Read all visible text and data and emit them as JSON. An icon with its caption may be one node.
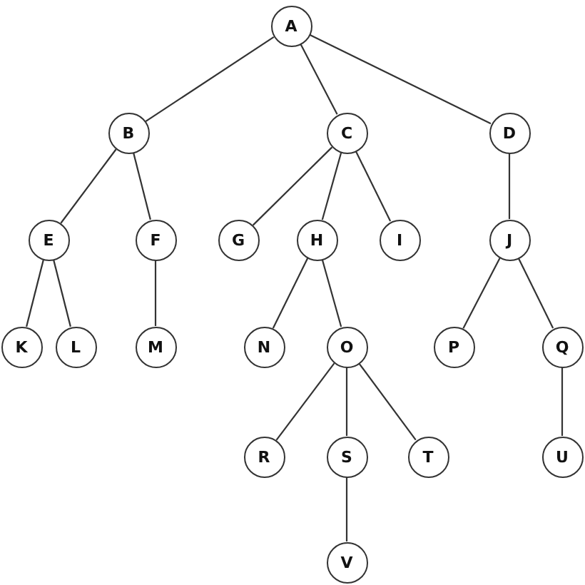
{
  "diagram": {
    "nodes": [
      {
        "text": [
          "A"
        ]
      },
      {
        "text": [
          "B"
        ]
      },
      {
        "text": [
          "C"
        ]
      },
      {
        "text": [
          "D"
        ]
      },
      {
        "text": [
          "E"
        ]
      },
      {
        "text": [
          "F"
        ]
      },
      {
        "text": [
          "G"
        ]
      },
      {
        "text": [
          "H"
        ]
      },
      {
        "text": [
          "I"
        ]
      },
      {
        "text": [
          "J"
        ]
      },
      {
        "text": [
          "K"
        ]
      },
      {
        "text": [
          "L"
        ]
      },
      {
        "text": [
          "M"
        ]
      },
      {
        "text": [
          "N"
        ]
      },
      {
        "text": [
          "O"
        ]
      },
      {
        "text": [
          "P"
        ]
      },
      {
        "text": [
          "Q"
        ]
      },
      {
        "text": [
          "R"
        ]
      },
      {
        "text": [
          "S"
        ]
      },
      {
        "text": [
          "T"
        ]
      },
      {
        "text": [
          "U"
        ]
      },
      {
        "text": [
          "V"
        ]
      }
    ],
    "edges": [
      {
        "from": 0,
        "to": 1,
        "arrow": "none"
      },
      {
        "from": 0,
        "to": 2,
        "arrow": "none"
      },
      {
        "from": 0,
        "to": 3,
        "arrow": "none"
      },
      {
        "from": 1,
        "to": 4,
        "arrow": "none"
      },
      {
        "from": 1,
        "to": 5,
        "arrow": "none"
      },
      {
        "from": 2,
        "to": 6,
        "arrow": "none"
      },
      {
        "from": 2,
        "to": 7,
        "arrow": "none"
      },
      {
        "from": 2,
        "to": 8,
        "arrow": "none"
      },
      {
        "from": 3,
        "to": 9,
        "arrow": "none"
      },
      {
        "from": 4,
        "to": 10,
        "arrow": "none"
      },
      {
        "from": 4,
        "to": 11,
        "arrow": "none"
      },
      {
        "from": 5,
        "to": 12,
        "arrow": "none"
      },
      {
        "from": 7,
        "to": 13,
        "arrow": "none"
      },
      {
        "from": 7,
        "to": 14,
        "arrow": "none"
      },
      {
        "from": 9,
        "to": 15,
        "arrow": "none"
      },
      {
        "from": 9,
        "to": 16,
        "arrow": "none"
      },
      {
        "from": 14,
        "to": 17,
        "arrow": "none"
      },
      {
        "from": 14,
        "to": 18,
        "arrow": "none"
      },
      {
        "from": 14,
        "to": 19,
        "arrow": "none"
      },
      {
        "from": 16,
        "to": 20,
        "arrow": "none"
      },
      {
        "from": 18,
        "to": 21,
        "arrow": "none"
      }
    ]
  }
}
